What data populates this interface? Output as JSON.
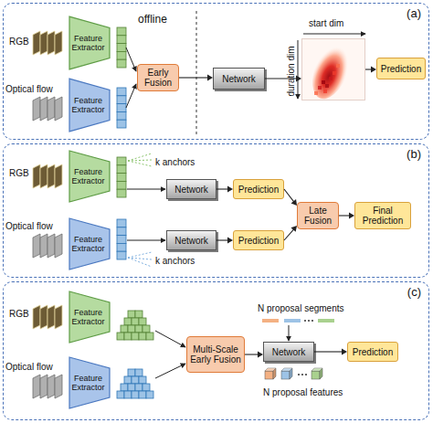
{
  "diagram": {
    "nodes": [
      {
        "text": [
          "(a)"
        ]
      },
      {
        "text": [
          "Feature Extractor"
        ],
        "in": 0
      },
      {
        "text": [
          "Feature Extractor"
        ],
        "in": 0
      },
      {
        "text": [
          "Early Fusion"
        ],
        "in": 0
      },
      {
        "text": [
          "Network"
        ],
        "in": 0
      },
      {
        "text": [
          "start dim",
          "duration dim"
        ],
        "in": 0
      },
      {
        "text": [
          "Prediction"
        ],
        "in": 0
      },
      {
        "text": [
          "(b)"
        ]
      },
      {
        "text": [
          "Feature Extractor"
        ],
        "in": 7
      },
      {
        "text": [
          "Feature Extractor"
        ],
        "in": 7
      },
      {
        "text": [
          "Network"
        ],
        "in": 7
      },
      {
        "text": [
          "Network"
        ],
        "in": 7
      },
      {
        "text": [
          "Prediction"
        ],
        "in": 7
      },
      {
        "text": [
          "Prediction"
        ],
        "in": 7
      },
      {
        "text": [
          "Late Fusion"
        ],
        "in": 7
      },
      {
        "text": [
          "Final Prediction"
        ],
        "in": 7
      },
      {
        "text": [
          "(c)"
        ]
      },
      {
        "text": [
          "Feature Extractor"
        ],
        "in": 16
      },
      {
        "text": [
          "Feature Extractor"
        ],
        "in": 16
      },
      {
        "text": [
          "Multi-Scale Early Fusion"
        ],
        "in": 16
      },
      {
        "text": [
          "Network"
        ],
        "in": 16
      },
      {
        "text": [
          "Prediction"
        ],
        "in": 16
      }
    ],
    "edges": [
      {
        "from": 3,
        "to": 4,
        "arrow": "to"
      },
      {
        "from": 4,
        "to": 5,
        "arrow": "to"
      },
      {
        "from": 5,
        "to": 6,
        "arrow": "to"
      },
      {
        "from": 10,
        "to": 12,
        "arrow": "to"
      },
      {
        "from": 11,
        "to": 13,
        "arrow": "to"
      },
      {
        "from": 12,
        "to": 14,
        "arrow": "to"
      },
      {
        "from": 13,
        "to": 14,
        "arrow": "to"
      },
      {
        "from": 14,
        "to": 15,
        "arrow": "to"
      },
      {
        "from": 19,
        "to": 20,
        "arrow": "to"
      },
      {
        "from": 20,
        "to": 21,
        "arrow": "to"
      }
    ],
    "labels": [
      "offline",
      "RGB",
      "Optical flow",
      "RGB",
      "k anchors",
      "Optical flow",
      "k anchors",
      "RGB",
      "N proposal segments",
      "Optical flow",
      "N proposal features"
    ]
  }
}
